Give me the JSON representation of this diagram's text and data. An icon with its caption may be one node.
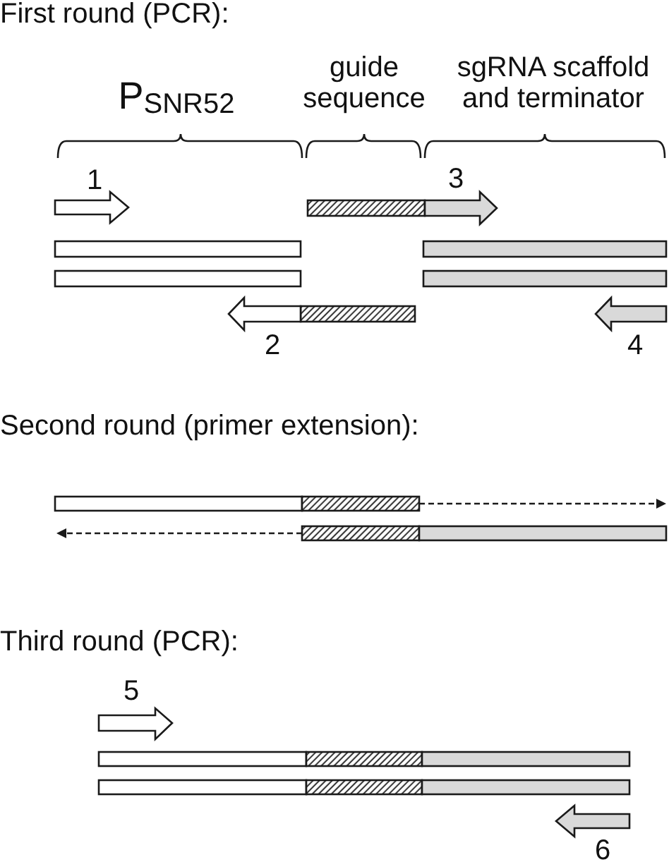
{
  "diagram": {
    "labels": [
      "First round (PCR):",
      "P$_{SNR52}$",
      "guide sequence",
      "sgRNA scaffold and terminator",
      "1",
      "3",
      "2",
      "4",
      "Second round (primer extension):",
      "Third round (PCR):",
      "5",
      "6"
    ]
  }
}
